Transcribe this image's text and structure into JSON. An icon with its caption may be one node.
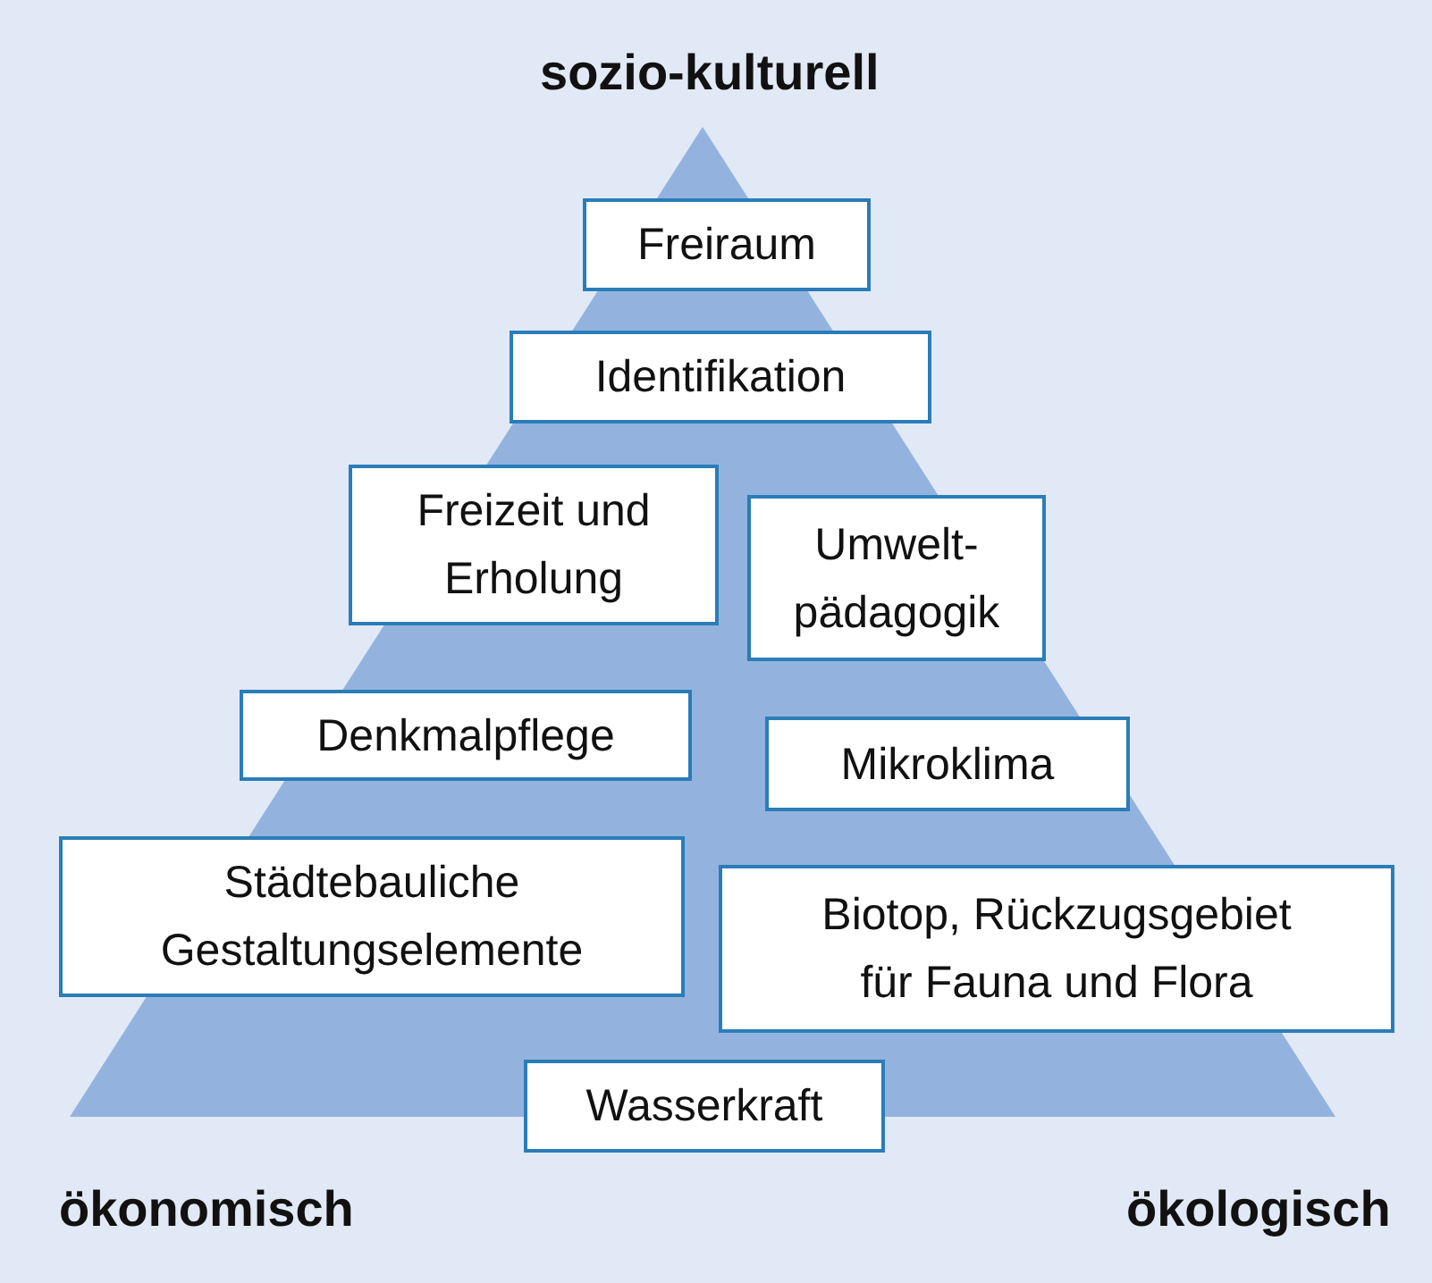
{
  "diagram": {
    "nodes": [
      {
        "text": [
          "Freiraum"
        ]
      },
      {
        "text": [
          "Identifikation"
        ]
      },
      {
        "text": [
          "Freizeit und Erholung"
        ]
      },
      {
        "text": [
          "Umwelt-pädagogik"
        ]
      },
      {
        "text": [
          "Denkmalpflege"
        ]
      },
      {
        "text": [
          "Mikroklima"
        ]
      },
      {
        "text": [
          "Städtebauliche Gestaltungselemente"
        ]
      },
      {
        "text": [
          "Biotop, Rückzugsgebiet für Fauna und Flora"
        ]
      },
      {
        "text": [
          "Wasserkraft"
        ]
      }
    ],
    "labels": [
      "sozio-kulturell",
      "ökonomisch",
      "ökologisch"
    ]
  }
}
